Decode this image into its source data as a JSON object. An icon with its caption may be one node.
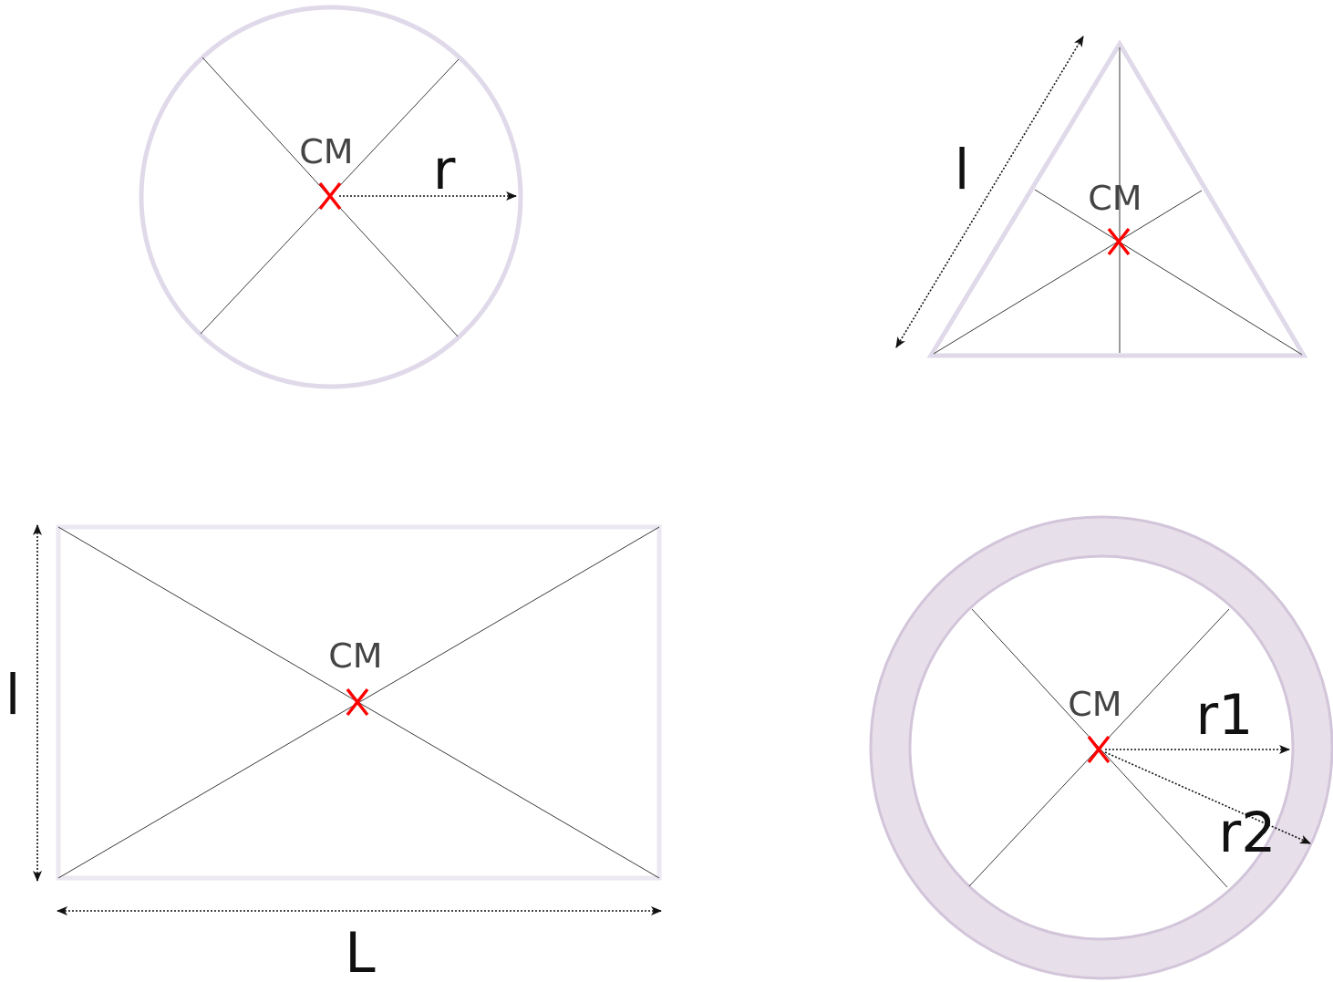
{
  "diagram": {
    "nodes": [
      {
        "text": [
          "CM",
          "r"
        ]
      },
      {
        "text": [
          "CM"
        ],
        "beside": [
          "l"
        ]
      },
      {
        "text": [
          "CM"
        ],
        "beside": [
          "l",
          "L"
        ]
      },
      {
        "text": [
          "CM",
          "r1",
          "r2"
        ]
      }
    ]
  }
}
